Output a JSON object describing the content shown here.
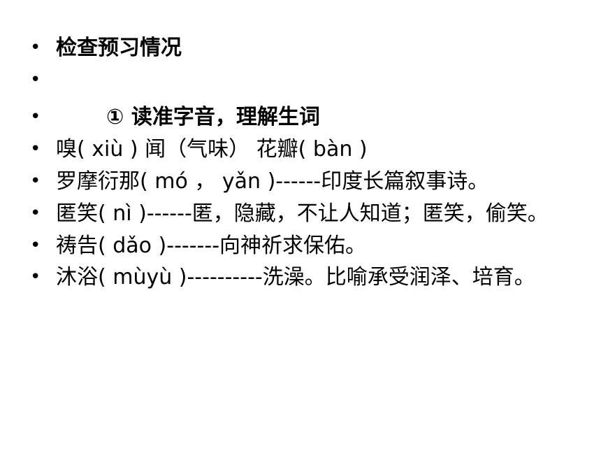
{
  "slide": {
    "bullet_symbol": "•",
    "items": [
      {
        "text": "检查预习情况",
        "bold": true
      },
      {
        "text": "",
        "bold": false
      },
      {
        "text": "① 读准字音，理解生词",
        "bold": true
      },
      {
        "text": "嗅( xiù ) 闻（气味）  花瓣( bàn )",
        "bold": false
      },
      {
        "text": "罗摩衍那( mó ， yǎn )------印度长篇叙事诗。",
        "bold": false
      },
      {
        "text": "匿笑( nì )------匿，隐藏，不让人知道；匿笑，偷笑。",
        "bold": false
      },
      {
        "text": "祷告( dǎo )-------向神祈求保佑。",
        "bold": false
      },
      {
        "text": "沐浴( mùyù )----------洗澡。比喻承受润泽、培育。",
        "bold": false
      }
    ]
  }
}
